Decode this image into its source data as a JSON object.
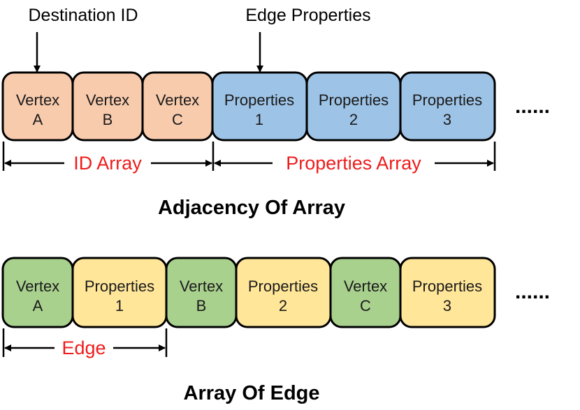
{
  "colors": {
    "vertex_id": "#f8cbad",
    "properties_blue": "#9dc3e6",
    "vertex_green": "#a9d18e",
    "properties_yellow": "#ffe699",
    "border": "#000000",
    "red_label": "#ee1c1c"
  },
  "top": {
    "destination_label": "Destination ID",
    "edge_properties_label": "Edge Properties",
    "boxes": [
      {
        "line1": "Vertex",
        "line2": "A"
      },
      {
        "line1": "Vertex",
        "line2": "B"
      },
      {
        "line1": "Vertex",
        "line2": "C"
      },
      {
        "line1": "Properties",
        "line2": "1"
      },
      {
        "line1": "Properties",
        "line2": "2"
      },
      {
        "line1": "Properties",
        "line2": "3"
      }
    ],
    "ellipsis": "......",
    "id_array_label": "ID Array",
    "properties_array_label": "Properties Array",
    "title": "Adjacency Of Array"
  },
  "bottom": {
    "boxes": [
      {
        "line1": "Vertex",
        "line2": "A"
      },
      {
        "line1": "Properties",
        "line2": "1"
      },
      {
        "line1": "Vertex",
        "line2": "B"
      },
      {
        "line1": "Properties",
        "line2": "2"
      },
      {
        "line1": "Vertex",
        "line2": "C"
      },
      {
        "line1": "Properties",
        "line2": "3"
      }
    ],
    "ellipsis": "......",
    "edge_label": "Edge",
    "title": "Array Of Edge"
  }
}
